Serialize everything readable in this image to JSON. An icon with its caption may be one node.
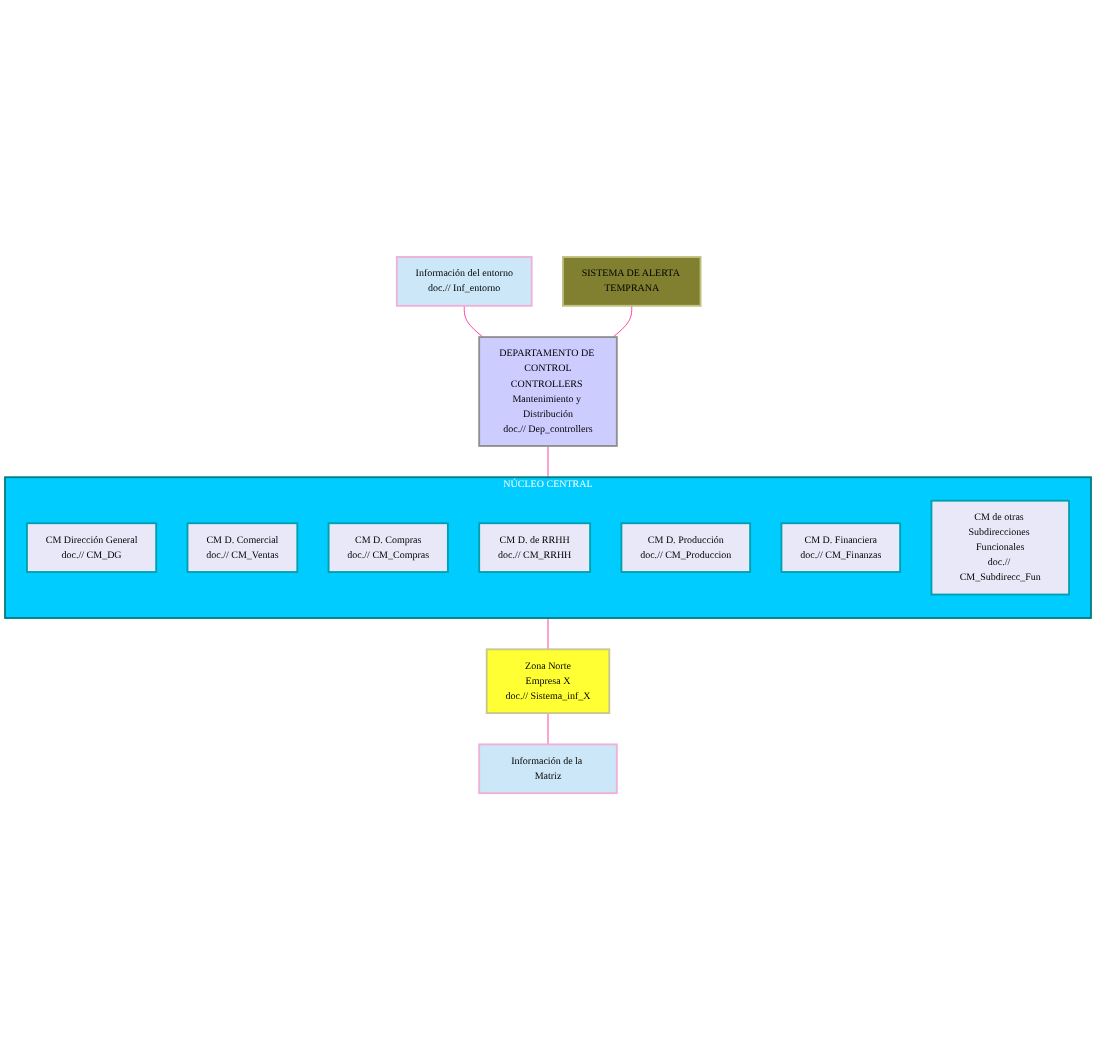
{
  "diagram": {
    "nodes": [
      {
        "text": [
          "Zona Norte",
          "Empresa X",
          "doc.// Sistema_inf_X"
        ]
      },
      {
        "text": [
          "Información de la Matriz"
        ]
      },
      {
        "text": [
          "Información del entorno",
          "doc.// Inf_entorno"
        ]
      },
      {
        "text": [
          "SISTEMA DE ALERTA TEMPRANA"
        ]
      },
      {
        "text": [
          "DEPARTAMENTO DE CONTROL",
          "CONTROLLERS Mantenimiento y Distribución",
          "doc.// Dep_controllers"
        ]
      },
      {
        "text": [
          "NÚCLEO CENTRAL"
        ]
      },
      {
        "text": [
          "CM Dirección General",
          "doc.// CM_DG"
        ],
        "in": 5
      },
      {
        "text": [
          "CM D. Comercial",
          "doc.// CM_Ventas"
        ],
        "in": 5
      },
      {
        "text": [
          "CM D. Compras",
          "doc.// CM_Compras"
        ],
        "in": 5
      },
      {
        "text": [
          "CM D. de RRHH",
          "doc.// CM_RRHH"
        ],
        "in": 5
      },
      {
        "text": [
          "CM D. Producción",
          "doc.// CM_Produccion"
        ],
        "in": 5
      },
      {
        "text": [
          "CM D. Financiera",
          "doc.// CM_Finanzas"
        ],
        "in": 5
      },
      {
        "text": [
          "CM de otras Subdirecciones Funcionales",
          "doc.// CM_Subdirecc_Fun"
        ],
        "in": 5
      }
    ],
    "edges": [
      {
        "from": 0,
        "to": 1,
        "arrow": "none"
      },
      {
        "from": 2,
        "to": 4,
        "arrow": "none"
      },
      {
        "from": 3,
        "to": 4,
        "arrow": "none"
      },
      {
        "from": 4,
        "to": 5,
        "arrow": "none"
      },
      {
        "from": 5,
        "to": 0,
        "arrow": "none"
      }
    ]
  }
}
